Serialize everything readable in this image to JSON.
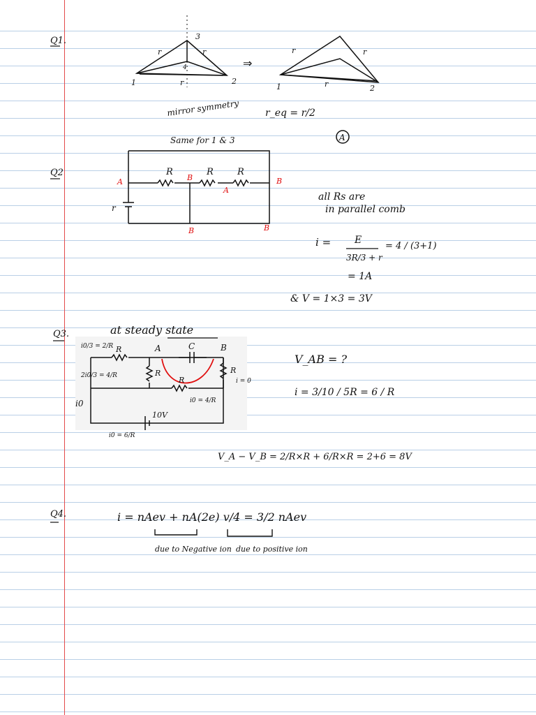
{
  "page": {
    "questions": [
      "Q1.",
      "Q2",
      "Q3.",
      "Q4."
    ]
  },
  "q1": {
    "nodes": [
      "1",
      "2",
      "3"
    ],
    "resistor_label": "r",
    "arrow": "⇒",
    "node4": "4",
    "note": "mirror symmetry",
    "result": "r_eq = r/2",
    "same_note": "Same for 1 & 3",
    "answer": "A"
  },
  "q2": {
    "resistors": [
      "R",
      "R",
      "R"
    ],
    "node_labels": [
      "A",
      "B",
      "A",
      "B",
      "B",
      "B"
    ],
    "battery_label": "r",
    "note_line1": "all Rs are",
    "note_line2": "in parallel comb",
    "eq_i_left": "i =",
    "eq_num": "E",
    "eq_den": "3R/3 + r",
    "eq_eq2": "= 4 / (3+1)",
    "eq_result": "= 1A",
    "eq_v": "& V = 1×3 = 3V"
  },
  "q3": {
    "title": "at steady state",
    "capacitor": "C",
    "nodes": [
      "A",
      "B"
    ],
    "resistor": "R",
    "battery": "10V",
    "currents": [
      "i0/3 = 2/R",
      "2i0/3 = 4/R",
      "i = 0",
      "i0 = 4/R",
      "i0",
      "i0 = 6/R"
    ],
    "vab": "V_AB = ?",
    "i_eq": "i = 3/10 / 5R = 6 / R",
    "va_vb": "V_A − V_B = 2/R×R + 6/R×R = 2+6 = 8V"
  },
  "q4": {
    "eq": "i = nAev + nA(2e) v/4 = 3/2 nAev",
    "due_neg": "due to Negative ion",
    "due_pos": "due to positive ion"
  }
}
